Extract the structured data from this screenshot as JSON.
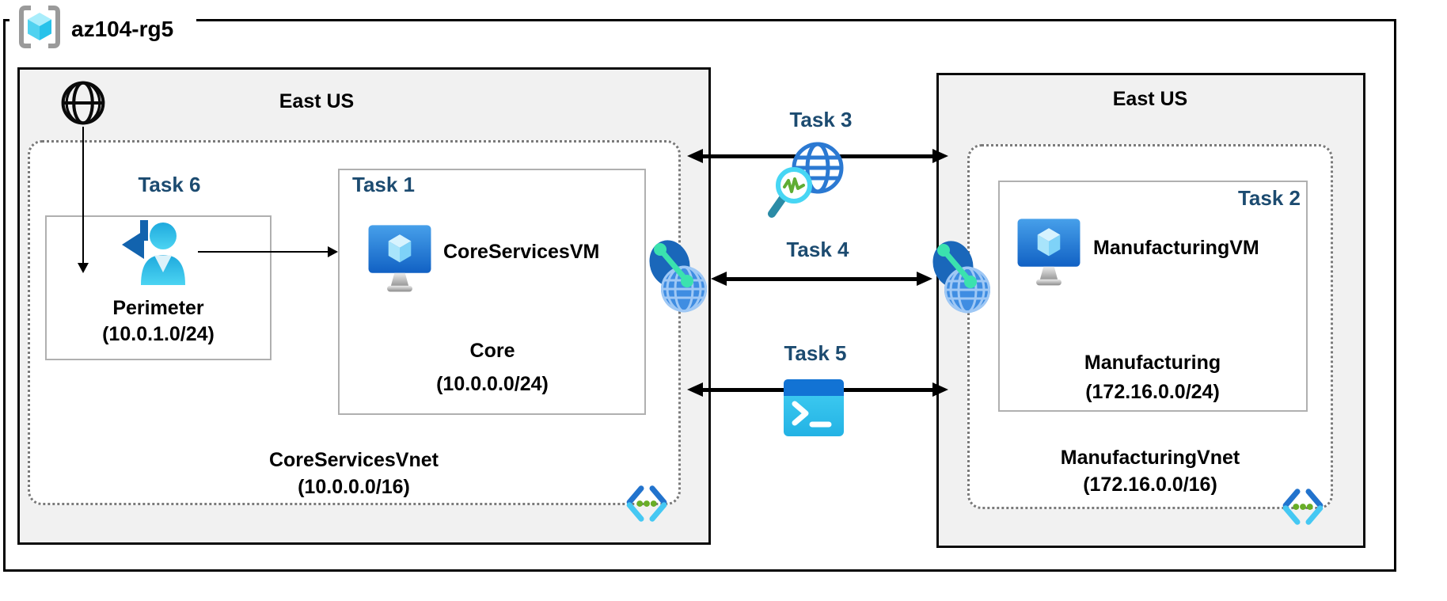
{
  "resource_group": {
    "name": "az104-rg5"
  },
  "left_region": {
    "title": "East US",
    "task6": "Task 6",
    "perimeter_subnet": {
      "name": "Perimeter",
      "cidr": "(10.0.1.0/24)"
    },
    "core_subnet": {
      "task": "Task 1",
      "vm_name": "CoreServicesVM",
      "name": "Core",
      "cidr": "(10.0.0.0/24)"
    },
    "vnet": {
      "name": "CoreServicesVnet",
      "cidr": "(10.0.0.0/16)"
    }
  },
  "right_region": {
    "title": "East US",
    "manufacturing_subnet": {
      "task": "Task 2",
      "vm_name": "ManufacturingVM",
      "name": "Manufacturing",
      "cidr": "(172.16.0.0/24)"
    },
    "vnet": {
      "name": "ManufacturingVnet",
      "cidr": "(172.16.0.0/16)"
    }
  },
  "connections": {
    "task3": "Task 3",
    "task4": "Task 4",
    "task5": "Task 5"
  },
  "icons": {
    "resource-group-icon": "gray square brackets around cyan cube",
    "internet-globe-icon": "black outline globe",
    "guest-user-icon": "cyan person with dark blue incoming arrow",
    "virtual-machine-icon": "blue monitor with light cube and gray stand",
    "network-interface-icon": "blue globe with dark blob and mint link dots",
    "network-watcher-icon": "blue wire globe with cyan magnifier and green pulse",
    "cloud-shell-icon": "blue title bar terminal with white prompt",
    "virtual-network-icon": "blue and cyan angle brackets with three green dots"
  },
  "colors": {
    "task_label": "#1c4b70",
    "region_fill": "#f1f1f1",
    "border_black": "#000000",
    "subnet_border": "#b0b0b0",
    "dotted_border": "#7a7a7a",
    "azure_blue": "#1273d4",
    "cyan": "#45c8f3",
    "mint_green": "#3be2ae",
    "leaf_green": "#68ae27",
    "person_cyan": "#29b5e4"
  }
}
